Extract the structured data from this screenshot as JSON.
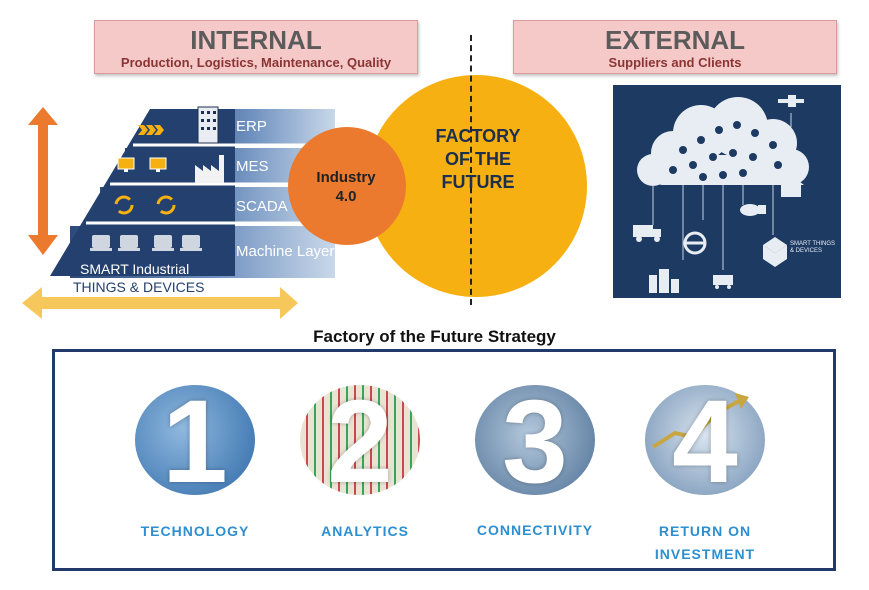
{
  "internal": {
    "title": "INTERNAL",
    "subtitle": "Production, Logistics, Maintenance, Quality"
  },
  "external": {
    "title": "EXTERNAL",
    "subtitle": "Suppliers and Clients"
  },
  "pyramid": {
    "layers": [
      "ERP",
      "MES",
      "SCADA",
      "Machine Layer"
    ],
    "base_line1": "SMART Industrial",
    "base_line2": "THINGS & DEVICES"
  },
  "industry": {
    "line1": "Industry",
    "line2": "4.0"
  },
  "factory": {
    "line1": "FACTORY",
    "line2": "OF THE",
    "line3": "FUTURE"
  },
  "cloud_panel": {
    "devices_line1": "SMART THINGS",
    "devices_line2": "& DEVICES"
  },
  "strategy": {
    "title": "Factory of the Future Strategy",
    "steps": [
      {
        "number": "1",
        "line1": "TECHNOLOGY",
        "line2": ""
      },
      {
        "number": "2",
        "line1": "ANALYTICS",
        "line2": ""
      },
      {
        "number": "3",
        "line1": "CONNECTIVITY",
        "line2": ""
      },
      {
        "number": "4",
        "line1": "RETURN ON",
        "line2": "INVESTMENT"
      }
    ]
  },
  "colors": {
    "banner_bg": "#f6c9c9",
    "pyramid": "#24406e",
    "pyramid_light": "#7fa0c9",
    "orange": "#ec7a2e",
    "gold": "#f6b011",
    "navy": "#1d3a63",
    "step_text": "#2e8fd0"
  }
}
